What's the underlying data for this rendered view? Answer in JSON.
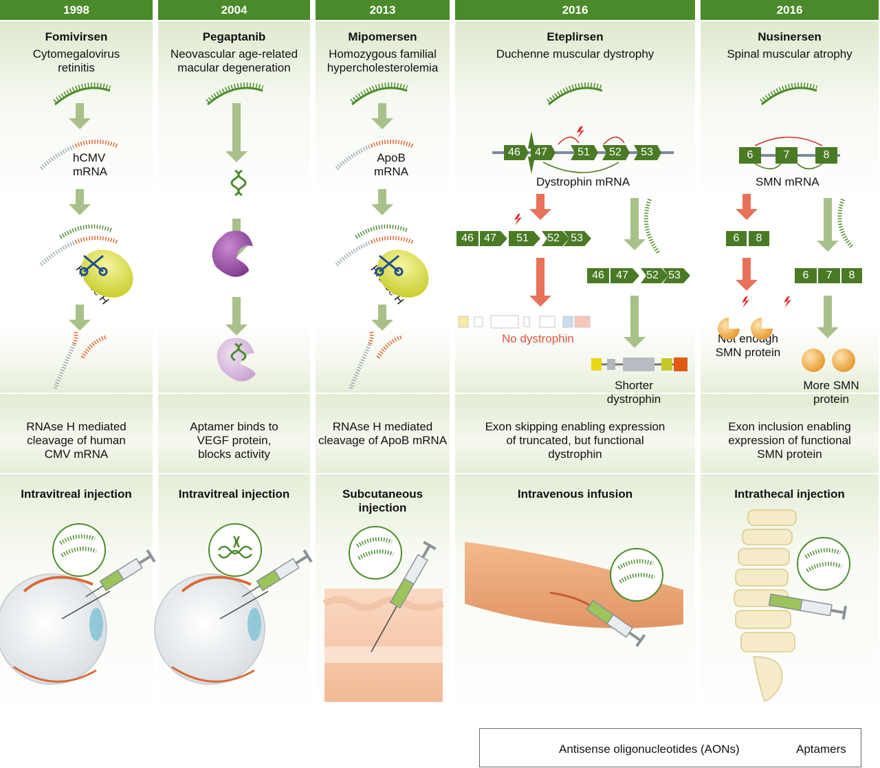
{
  "columns": [
    {
      "year": "1998",
      "drug": "Fomivirsen",
      "disease": "Cytomegalovirus retinitis",
      "target_label": "hCMV mRNA",
      "enzyme_label": "RNAse H",
      "mechanism": "RNAse H mediated cleavage of human CMV mRNA",
      "route": "Intravitreal injection"
    },
    {
      "year": "2004",
      "drug": "Pegaptanib",
      "disease": "Neovascular age-related macular degeneration",
      "mechanism": "Aptamer binds to VEGF protein, blocks activity",
      "route": "Intravitreal injection"
    },
    {
      "year": "2013",
      "drug": "Mipomersen",
      "disease": "Homozygous familial hypercholesterolemia",
      "target_label": "ApoB mRNA",
      "enzyme_label": "RNAse H",
      "mechanism": "RNAse H mediated cleavage of ApoB mRNA",
      "route": "Subcutaneous injection"
    },
    {
      "year": "2016",
      "drug": "Eteplirsen",
      "disease": "Duchenne muscular dystrophy",
      "target_label": "Dystrophin mRNA",
      "exons_top": [
        "46",
        "47",
        "51",
        "52",
        "53"
      ],
      "exons_left": [
        "46",
        "47",
        "51",
        "52",
        "53"
      ],
      "exons_right": [
        "46",
        "47",
        "52",
        "53"
      ],
      "outcome_left": "No dystrophin",
      "outcome_right": "Shorter dystrophin",
      "mechanism": "Exon skipping enabling expression of truncated, but functional dystrophin",
      "route": "Intravenous infusion"
    },
    {
      "year": "2016",
      "drug": "Nusinersen",
      "disease": "Spinal muscular atrophy",
      "target_label": "SMN mRNA",
      "exons_top": [
        "6",
        "7",
        "8"
      ],
      "exons_left": [
        "6",
        "8"
      ],
      "exons_right": [
        "6",
        "7",
        "8"
      ],
      "outcome_left": "Not enough SMN protein",
      "outcome_right": "More SMN protein",
      "mechanism": "Exon inclusion enabling expression of functional SMN protein",
      "route": "Intrathecal injection"
    }
  ],
  "legend": {
    "aon": "Antisense oligonucleotides (AONs)",
    "aptamer": "Aptamers"
  },
  "colors": {
    "header_green": "#4a8a2a",
    "arrow_green": "#a8c089",
    "arrow_red": "#e8715a",
    "exon_green": "#4a7a25",
    "rna_orange": "#e0642d"
  }
}
